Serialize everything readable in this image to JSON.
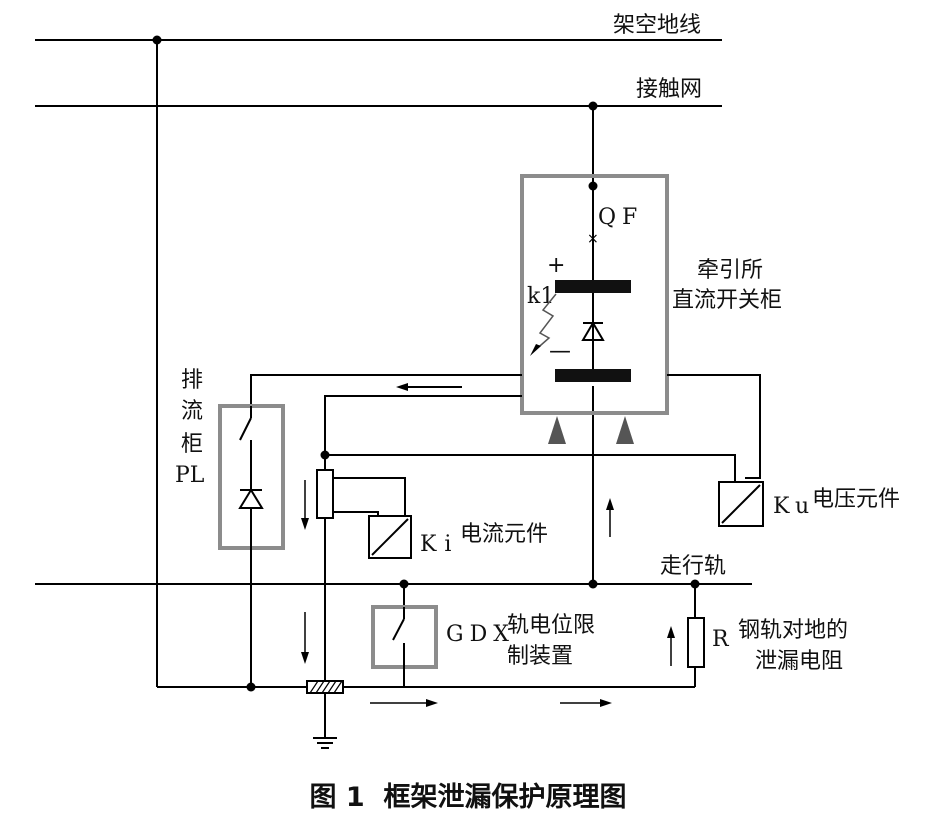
{
  "labels": {
    "overhead_ground_wire": "架空地线",
    "catenary": "接触网",
    "qf": "QF",
    "plus": "+",
    "minus": "—",
    "k1": "k1",
    "switch_cabinet_line1": "牵引所",
    "switch_cabinet_line2": "直流开关柜",
    "drainage_line1": "排",
    "drainage_line2": "流",
    "drainage_line3": "柜",
    "drainage_line4": "PL",
    "ki": "Ki",
    "ki_desc": "电流元件",
    "ku": "Ku",
    "ku_desc": "电压元件",
    "running_rail": "走行轨",
    "gdx": "GDX",
    "gdx_desc_line1": "轨电位限",
    "gdx_desc_line2": "制装置",
    "r": "R",
    "r_desc_line1": "钢轨对地的",
    "r_desc_line2": "泄漏电阻"
  },
  "caption": "图 1  框架泄漏保护原理图",
  "colors": {
    "wire": "#000000",
    "box": "#8c8c8c",
    "fill": "#111111"
  }
}
